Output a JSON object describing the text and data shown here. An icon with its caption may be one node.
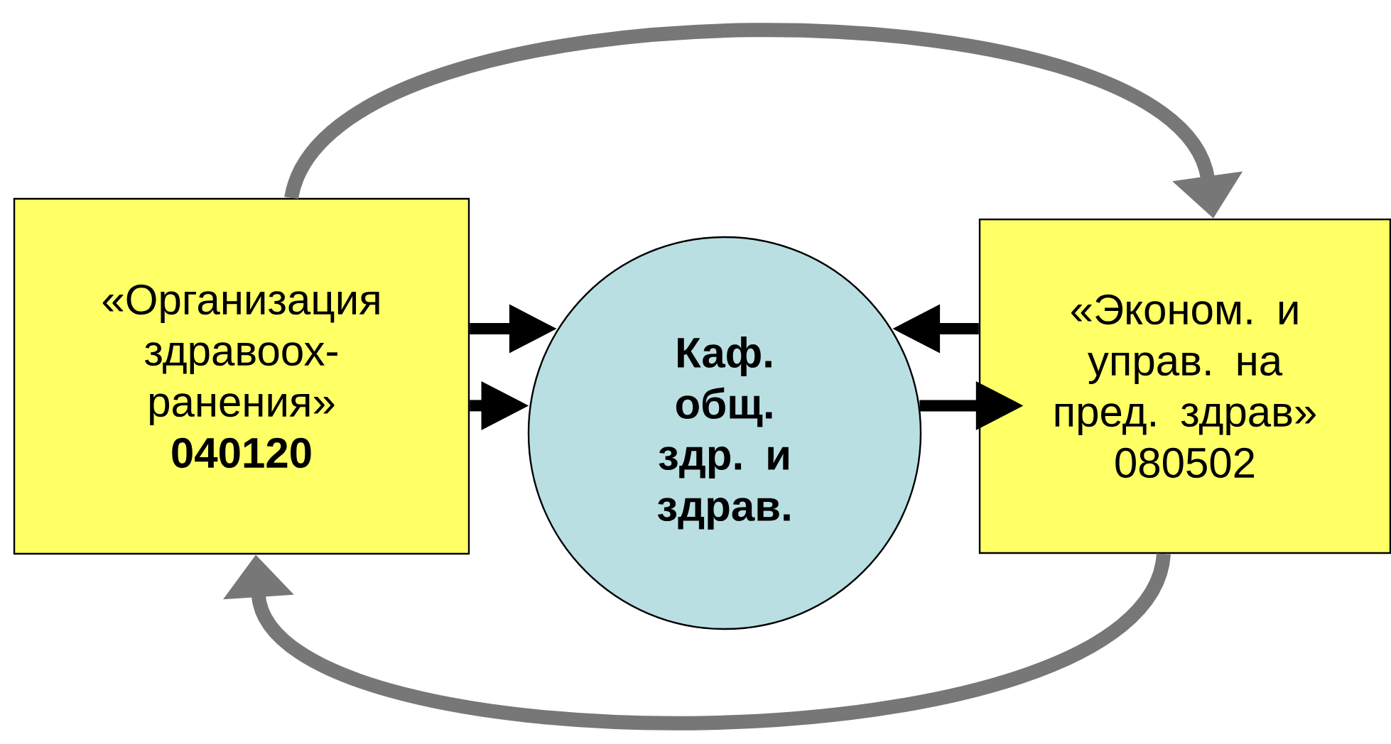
{
  "diagram": {
    "nodes": [
      {
        "text": [
          "«Организация здравоох-ранения»",
          "040120"
        ]
      },
      {
        "text": [
          "Каф. общ. здр. и здрав."
        ]
      },
      {
        "text": [
          "«Эконом. и управ. на пред. здрав»",
          "080502"
        ]
      }
    ],
    "edges": [
      {
        "from": 0,
        "to": 1,
        "arrow": "to"
      },
      {
        "from": 0,
        "to": 1,
        "arrow": "to"
      },
      {
        "from": 2,
        "to": 1,
        "arrow": "to"
      },
      {
        "from": 1,
        "to": 2,
        "arrow": "to"
      },
      {
        "from": 0,
        "to": 2,
        "arrow": "to",
        "color": "#777777"
      },
      {
        "from": 2,
        "to": 0,
        "arrow": "to",
        "color": "#777777"
      }
    ]
  }
}
